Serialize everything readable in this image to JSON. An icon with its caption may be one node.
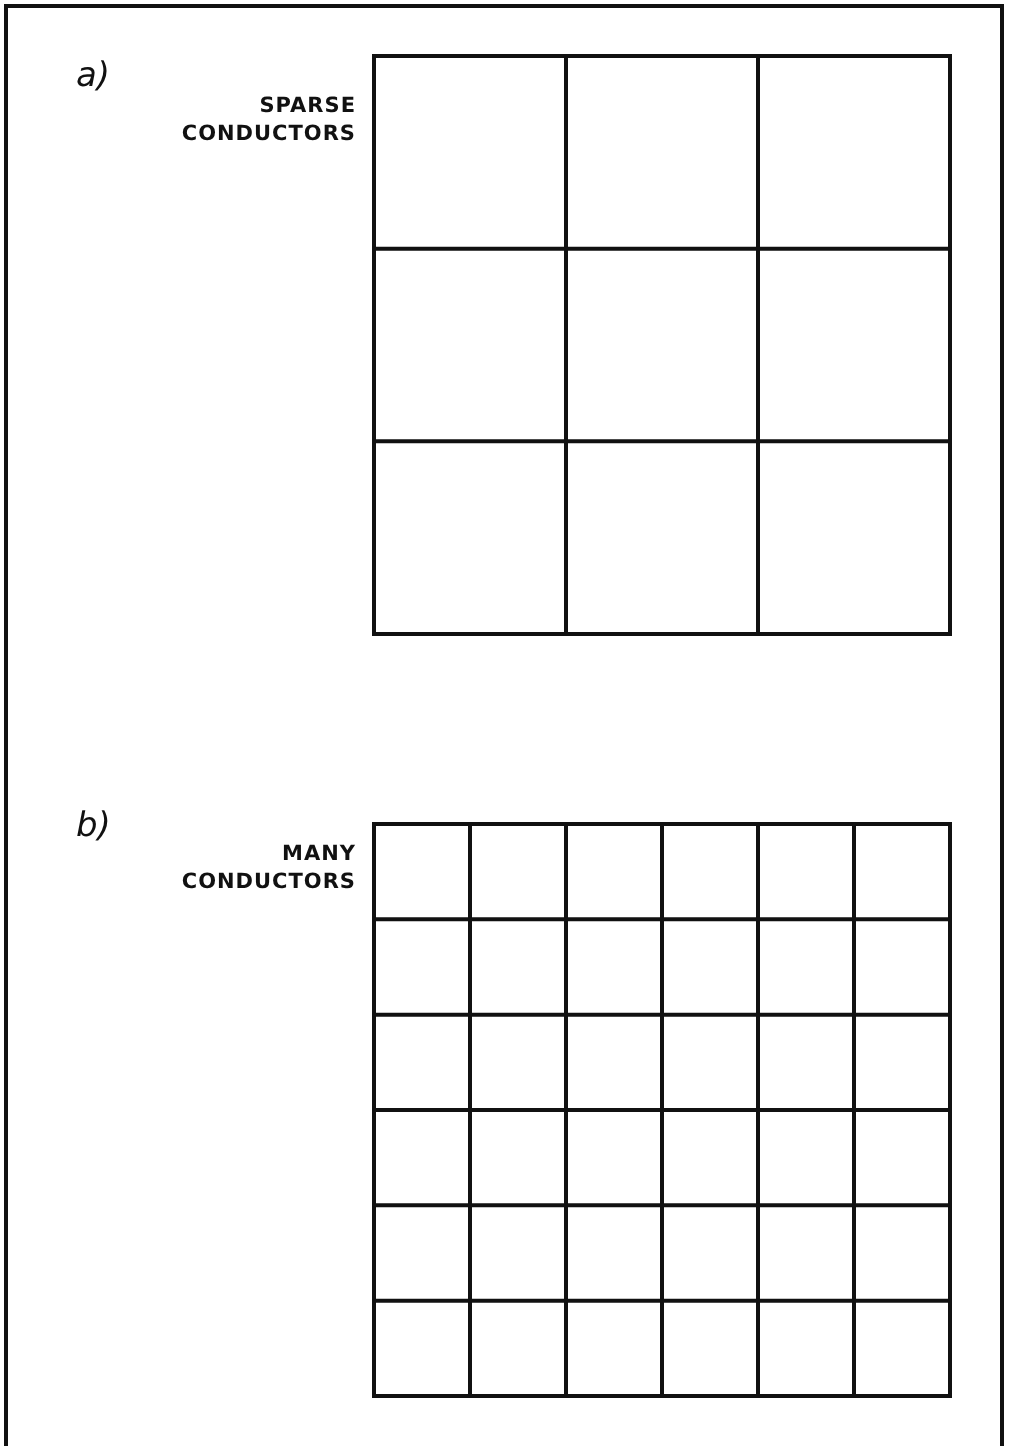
{
  "diagram": {
    "labels": [
      "a)",
      "SPARSE CONDUCTORS",
      "b)",
      "MANY CONDUCTORS"
    ]
  }
}
